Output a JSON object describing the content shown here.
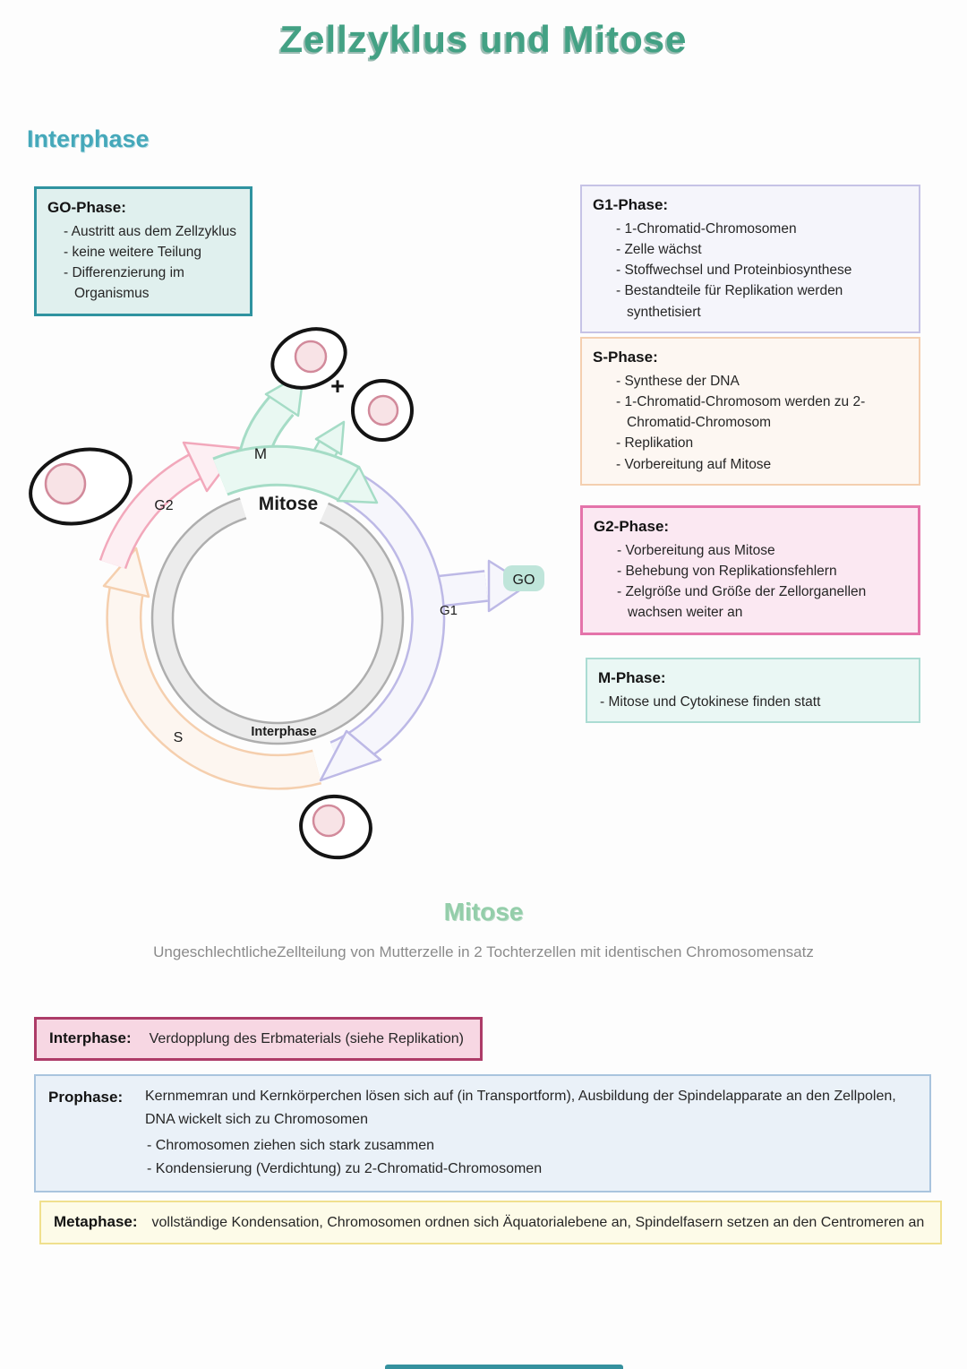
{
  "page": {
    "title": "Zellzyklus und Mitose"
  },
  "interphase_section": {
    "heading": "Interphase"
  },
  "phase_boxes": {
    "g0": {
      "title": "GO-Phase:",
      "items": [
        "- Austritt aus dem Zellzyklus",
        "- keine weitere Teilung",
        "- Differenzierung im Organismus"
      ]
    },
    "g1": {
      "title": "G1-Phase:",
      "items": [
        "- 1-Chromatid-Chromosomen",
        "- Zelle wächst",
        "- Stoffwechsel und Proteinbiosynthese",
        "- Bestandteile für Replikation werden synthetisiert"
      ]
    },
    "s": {
      "title": "S-Phase:",
      "items": [
        "- Synthese der DNA",
        "- 1-Chromatid-Chromosom werden zu 2-Chromatid-Chromosom",
        "- Replikation",
        "- Vorbereitung auf Mitose"
      ]
    },
    "g2": {
      "title": "G2-Phase:",
      "items": [
        "- Vorbereitung aus Mitose",
        "- Behebung von Replikationsfehlern",
        "- Zelgröße und Größe der Zellorganellen wachsen weiter an"
      ]
    },
    "m": {
      "title": "M-Phase:",
      "items": [
        "- Mitose und Cytokinese finden statt"
      ]
    }
  },
  "diagram": {
    "labels": {
      "m": "M",
      "mitose": "Mitose",
      "g2": "G2",
      "s": "S",
      "g1": "G1",
      "g0": "GO",
      "interphase": "Interphase",
      "plus": "+"
    }
  },
  "mitose_section": {
    "heading": "Mitose",
    "description": "UngeschlechtlicheZellteilung von Mutterzelle in 2 Tochterzellen mit identischen Chromosomensatz"
  },
  "stage_boxes": {
    "interphase": {
      "label": "Interphase:",
      "text": "Verdopplung des Erbmaterials (siehe Replikation)"
    },
    "prophase": {
      "label": "Prophase:",
      "text": "Kernmemran und Kernkörperchen lösen sich auf (in Transportform), Ausbildung der Spindelapparate an den Zellpolen, DNA wickelt sich zu Chromosomen",
      "items": [
        "- Chromosomen ziehen sich stark zusammen",
        "- Kondensierung (Verdichtung) zu 2-Chromatid-Chromosomen"
      ]
    },
    "metaphase": {
      "label": "Metaphase:",
      "text": "vollständige Kondensation, Chromosomen ordnen sich Äquatorialebene an, Spindelfasern setzen an den Centromeren an"
    }
  },
  "colors": {
    "title_green": "#43a184",
    "interphase_heading_teal": "#45a8ba",
    "mitose_heading_green": "#94ceaa",
    "g0_border": "#2f93a0",
    "g1_border": "#c6c3e6",
    "s_border": "#f4cfb0",
    "g2_border": "#e473aa",
    "m_border": "#abdcd3",
    "stage_interphase_border": "#ad3c68",
    "stage_prophase_border": "#a9c4de",
    "stage_metaphase_border": "#f0e08e",
    "diagram_grey_ring": "#aeaeae",
    "diagram_g1_arc": "#bdb9e6",
    "diagram_s_arc": "#f5cfae",
    "diagram_g2_arrow": "#f2a8bb",
    "diagram_m_arrow": "#a5dcc6",
    "cell_nucleus_pink": "#d28a9b"
  }
}
